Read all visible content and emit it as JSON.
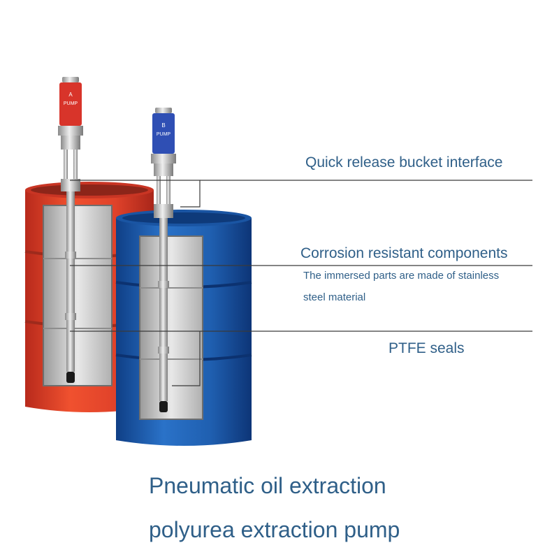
{
  "pumps": [
    {
      "letter": "A",
      "word": "PUMP",
      "color": "#d8342a"
    },
    {
      "letter": "B",
      "word": "PUMP",
      "color": "#2f4fb4"
    }
  ],
  "callouts": {
    "interface": "Quick release bucket interface",
    "corrosion": "Corrosion resistant components",
    "corrosion_note_1": "The immersed parts are made of stainless",
    "corrosion_note_2": "steel material",
    "seals": "PTFE seals"
  },
  "title": {
    "line1": "Pneumatic oil extraction",
    "line2": "polyurea extraction pump"
  },
  "colors": {
    "text": "#2f5f88",
    "red_drum": "#e0422a",
    "blue_drum": "#1f5fb0"
  }
}
